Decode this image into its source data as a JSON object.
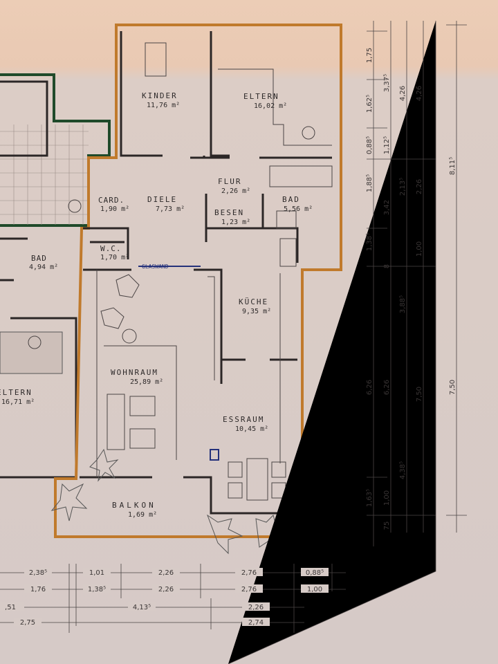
{
  "rooms": {
    "kinder": {
      "name": "KINDER",
      "area": "11,76 m²"
    },
    "eltern": {
      "name": "ELTERN",
      "area": "16,02 m²"
    },
    "flur": {
      "name": "FLUR",
      "area": "2,26 m²"
    },
    "card": {
      "name": "CARD.",
      "area": "1,90 m²"
    },
    "diele": {
      "name": "DIELE",
      "area": "7,73 m²"
    },
    "besen": {
      "name": "BESEN",
      "area": "1,23 m²"
    },
    "bad": {
      "name": "BAD",
      "area": "5,56 m²"
    },
    "wc": {
      "name": "W.C.",
      "area": "1,70 m²"
    },
    "kueche": {
      "name": "KÜCHE",
      "area": "9,35 m²"
    },
    "wohnraum": {
      "name": "WOHNRAUM",
      "area": "25,89 m²"
    },
    "essraum": {
      "name": "ESSRAUM",
      "area": "10,45 m²"
    },
    "balkon": {
      "name": "BALKON",
      "area": "1,69 m²"
    },
    "neighbor_bad": {
      "name": "BAD",
      "area": "4,94 m²"
    },
    "neighbor_eltern": {
      "name": "ELTERN",
      "area": "16,71 m²"
    },
    "glaswand": "GLASWAND"
  },
  "dimensions": {
    "right": {
      "col1": [
        "1,75",
        "1,62⁵",
        "0,88⁵",
        "1,88⁵",
        "1,38⁵",
        "6,26",
        "1,63⁵"
      ],
      "col2": [
        "3,37⁵",
        "1,12⁵",
        "3,42",
        "8",
        "6,26",
        "1,00",
        "75"
      ],
      "col3": [
        "4,26",
        "2,13⁵",
        "3,88⁵",
        "4,38⁵"
      ],
      "col4": [
        "4,26",
        "2,26",
        "1,00",
        "7,50"
      ],
      "col5": [
        "8,11⁵",
        "7,50"
      ]
    },
    "bottom": {
      "row1": [
        "2,38⁵",
        "1,01",
        "2,26",
        "2,76",
        "0,88⁵"
      ],
      "row2": [
        "1,76",
        "1,38⁵",
        "2,26",
        "2,76",
        "1,00"
      ],
      "row3": [
        ",51",
        "4,13⁵",
        "2,26"
      ],
      "row4": [
        "2,75",
        "2,74"
      ]
    }
  },
  "colors": {
    "unit_outline": "#c07a2c",
    "neighbor_outline": "#1f4a2a",
    "paper_top": "#eccdb6",
    "paper_bottom": "#d7cbc7"
  }
}
